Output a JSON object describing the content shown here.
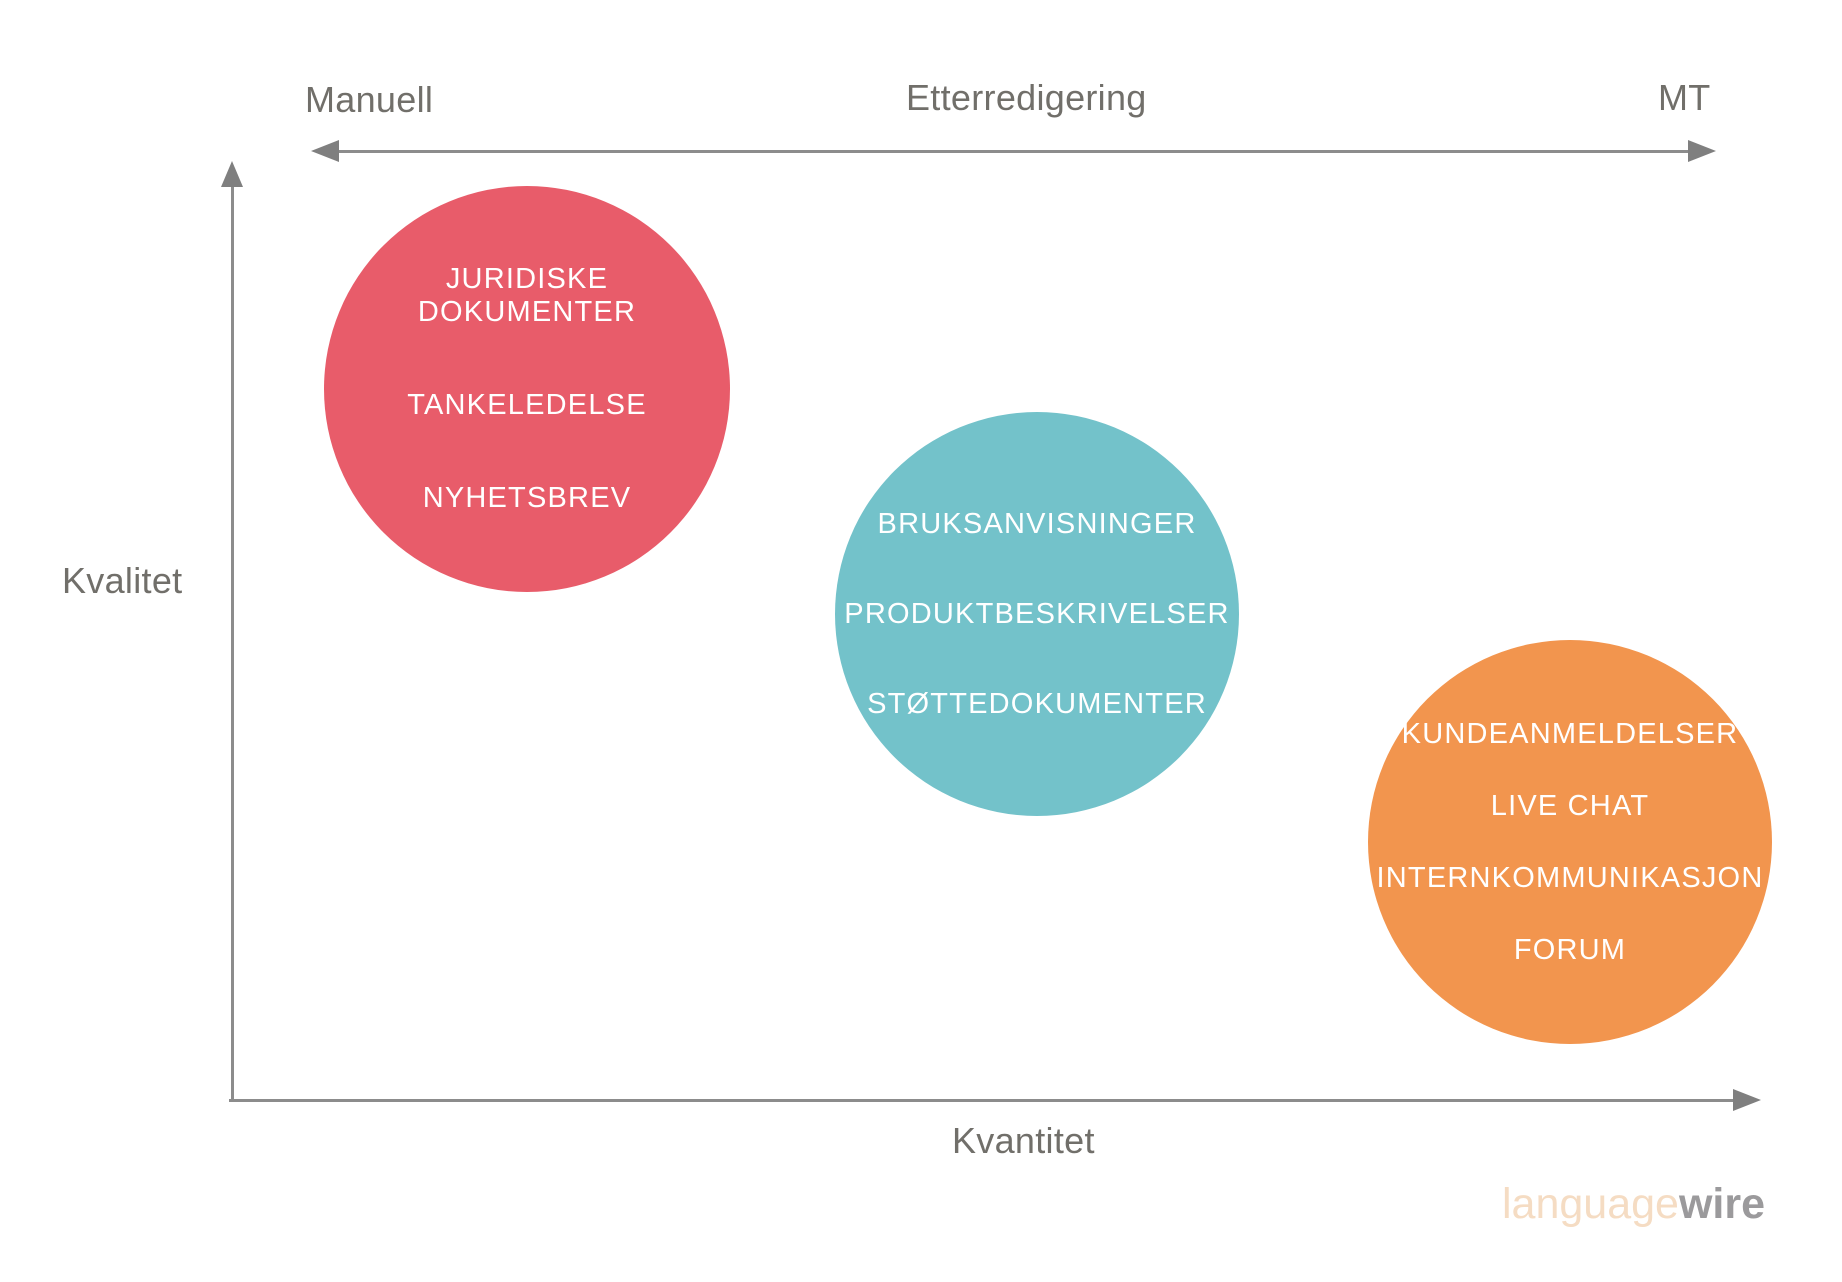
{
  "top_scale": {
    "left_label": "Manuell",
    "center_label": "Etterredigering",
    "right_label": "MT"
  },
  "axes": {
    "y_label": "Kvalitet",
    "x_label": "Kvantitet"
  },
  "bubbles": [
    {
      "id": "manual",
      "color": "#e85c6a",
      "items": [
        "JURIDISKE DOKUMENTER",
        "TANKELEDELSE",
        "NYHETSBREV"
      ]
    },
    {
      "id": "postedit",
      "color": "#73c2ca",
      "items": [
        "BRUKSANVISNINGER",
        "PRODUKTBESKRIVELSER",
        "STØTTEDOKUMENTER"
      ]
    },
    {
      "id": "mt",
      "color": "#f2954e",
      "items": [
        "KUNDEANMELDELSER",
        "LIVE CHAT",
        "INTERNKOMMUNIKASJON",
        "FORUM"
      ]
    }
  ],
  "logo": {
    "light": "language",
    "bold": "wire"
  },
  "colors": {
    "axis_line": "#8c8c8c",
    "arrowhead": "#7f7f7f",
    "label_text": "#716f6a",
    "bubble_text": "#ffffff",
    "logo_light": "#f5dcc3",
    "logo_bold": "#9b9a9c",
    "background": "#ffffff"
  }
}
